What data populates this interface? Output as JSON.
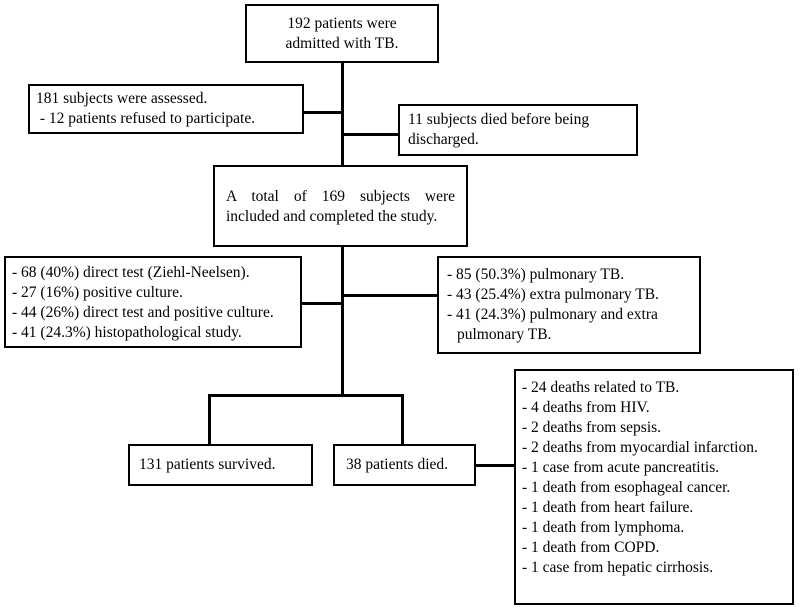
{
  "admitted": {
    "lines": [
      "192 patients were",
      "admitted with TB."
    ]
  },
  "assessed": {
    "lines": [
      "181 subjects were assessed.",
      " - 12 patients refused to participate."
    ]
  },
  "died_before": {
    "lines": [
      "11 subjects died before being",
      "discharged."
    ]
  },
  "included": {
    "lines": [
      "A total of 169 subjects were",
      "included and completed the study."
    ]
  },
  "diagnosis": {
    "items": [
      "- 68 (40%) direct test (Ziehl-Neelsen).",
      "- 27 (16%) positive culture.",
      "- 44 (26%) direct test and positive culture.",
      "- 41 (24.3%) histopathological study."
    ]
  },
  "tb_type": {
    "items": [
      "- 85 (50.3%) pulmonary TB.",
      "- 43 (25.4%) extra pulmonary TB.",
      "- 41 (24.3%) pulmonary and extra",
      "pulmonary TB."
    ]
  },
  "survived": {
    "label": "131 patients survived."
  },
  "died": {
    "label": "38 patients died."
  },
  "causes": {
    "items": [
      "- 24 deaths related to TB.",
      "- 4 deaths from HIV.",
      "- 2 deaths from sepsis.",
      "- 2 deaths from myocardial infarction.",
      "- 1 case from acute pancreatitis.",
      "- 1 death from esophageal cancer.",
      "- 1 death from heart failure.",
      "- 1 death from lymphoma.",
      "- 1 death from COPD.",
      "- 1 case from hepatic cirrhosis."
    ]
  }
}
